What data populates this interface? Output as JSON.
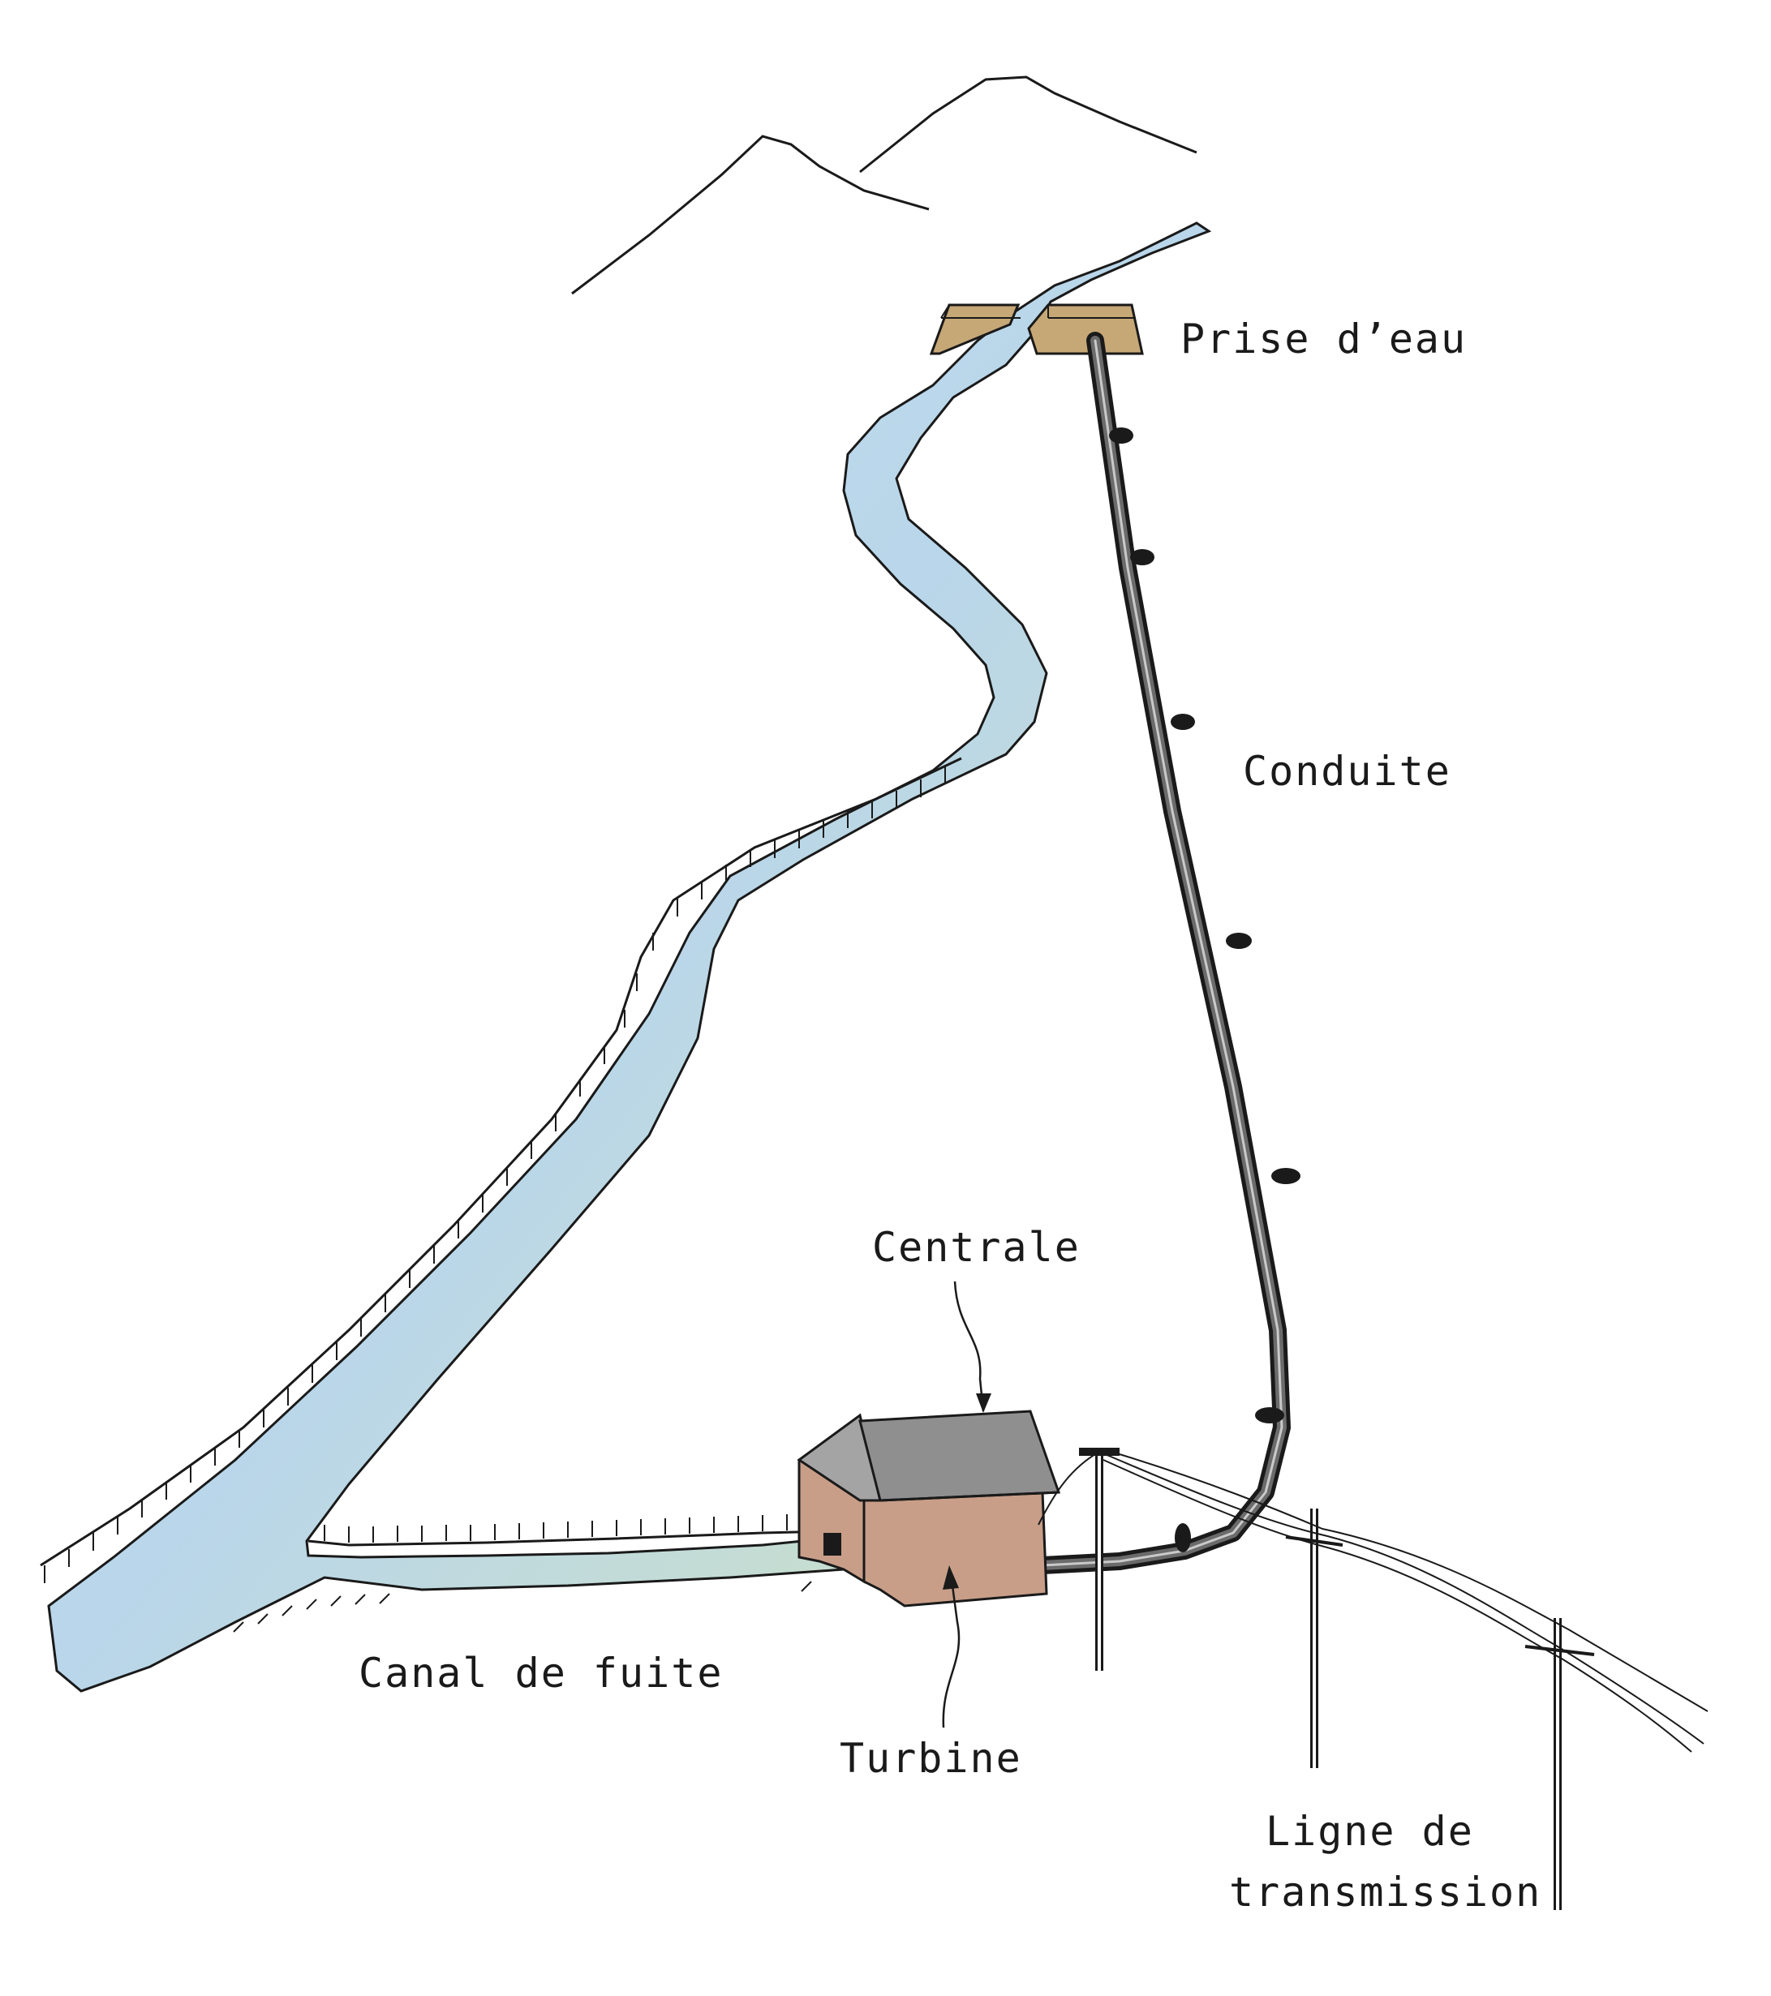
{
  "labels": {
    "intake": "Prise d’eau",
    "penstock": "Conduite",
    "powerhouse": "Centrale",
    "tailrace": "Canal de fuite",
    "turbine": "Turbine",
    "transmission_line_1": "Ligne de",
    "transmission_line_2": "transmission"
  },
  "colors": {
    "water": "#bcd8ec",
    "water_green": "#c9ddb0",
    "intake_box": "#c6a877",
    "roof": "#8f8f8f",
    "wall": "#c89e88",
    "ink": "#1a1a1a"
  }
}
